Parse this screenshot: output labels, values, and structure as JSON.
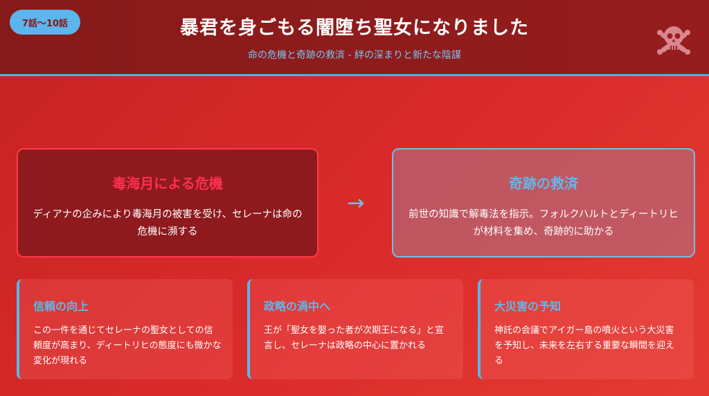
{
  "header": {
    "badge": "7話〜10話",
    "title": "暴君を身ごもる闇堕ち聖女になりました",
    "subtitle": "命の危機と奇跡の救済 - 絆の深まりと新たな陰謀",
    "icon": "skull-crossbones-icon"
  },
  "main": {
    "danger": {
      "title": "毒海月による危機",
      "text": "ディアナの企みにより毒海月の被害を受け、セレーナは命の危機に瀕する"
    },
    "arrow": "→",
    "miracle": {
      "title": "奇跡の救済",
      "text": "前世の知識で解毒法を指示。フォルクハルトとディートリヒが材料を集め、奇跡的に助かる"
    }
  },
  "cards": [
    {
      "title": "信頼の向上",
      "text": "この一件を通じてセレーナの聖女としての信頼度が高まり、ディートリヒの態度にも微かな変化が現れる"
    },
    {
      "title": "政略の渦中へ",
      "text": "王が「聖女を娶った者が次期王になる」と宣言し、セレーナは政略の中心に置かれる"
    },
    {
      "title": "大災害の予知",
      "text": "神託の会議でアイガー島の噴火という大災害を予知し、未来を左右する重要な瞬間を迎える"
    }
  ],
  "colors": {
    "background": "#d92a2a",
    "header": "#8f1c1c",
    "accent_blue": "#5ab6ec",
    "danger_red": "#ff3050"
  }
}
